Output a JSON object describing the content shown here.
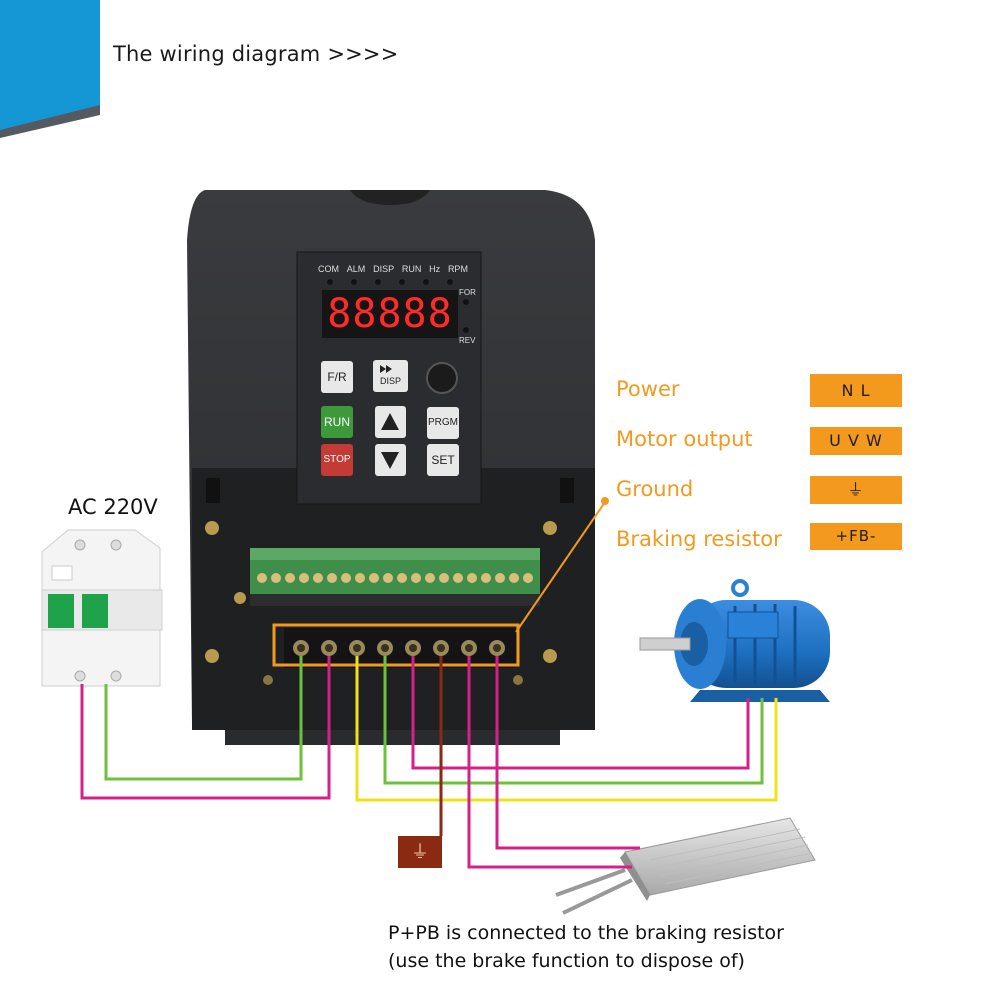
{
  "header": {
    "title": "The wiring diagram >>>>"
  },
  "keypad": {
    "indicators": [
      "COM",
      "ALM",
      "DISP",
      "RUN",
      "Hz",
      "RPM"
    ],
    "for_label": "FOR",
    "rev_label": "REV",
    "display_value": "88888",
    "keys": {
      "fr": "F/R",
      "disp": "DISP",
      "run": "RUN",
      "stop": "STOP",
      "prgm": "PRGM",
      "set": "SET"
    }
  },
  "legend": [
    {
      "label": "Power",
      "code": "N L"
    },
    {
      "label": "Motor output",
      "code": "U V W"
    },
    {
      "label": "Ground",
      "code": "⏚"
    },
    {
      "label": "Braking resistor",
      "code": "+FB-"
    }
  ],
  "breaker": {
    "label": "AC 220V"
  },
  "ground_symbol": "⏚",
  "note": {
    "line1": "P+PB is connected to the braking resistor",
    "line2": "(use the brake function to dispose of)"
  },
  "colors": {
    "accent_orange": "#f39a1e",
    "header_blue": "#1497d4",
    "header_gray": "#555a60",
    "wire_green": "#6cc23a",
    "wire_magenta": "#d4218a",
    "wire_yellow": "#f0e21a",
    "wire_brown": "#8b2a12",
    "motor_blue": "#1d6fc0"
  }
}
